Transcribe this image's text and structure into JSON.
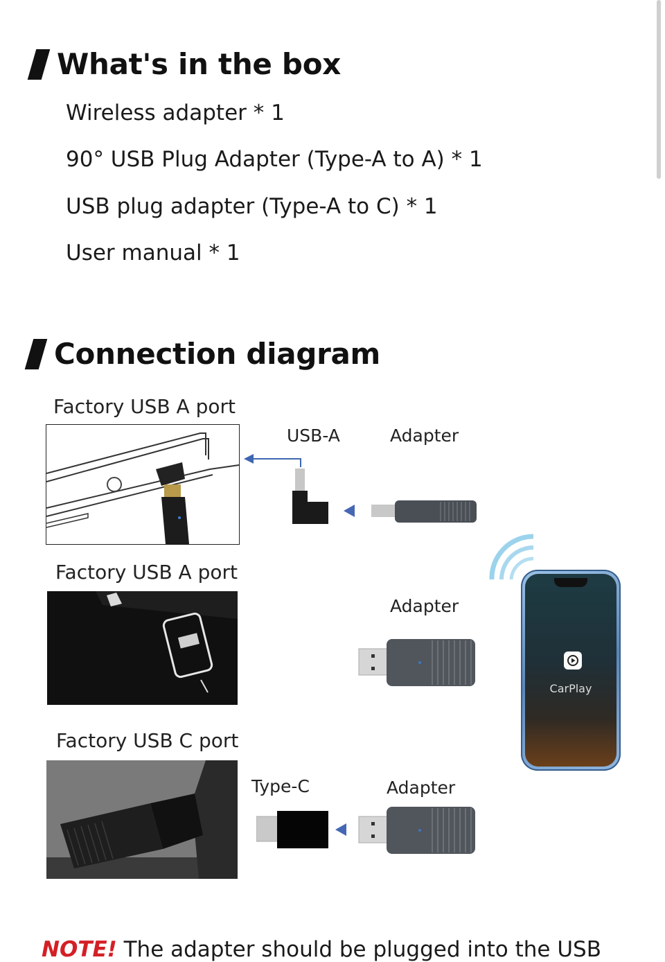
{
  "box": {
    "title": "What's in the box",
    "items": [
      "Wireless adapter * 1",
      "90° USB Plug Adapter (Type-A to A) * 1",
      "USB plug adapter (Type-A to C) * 1",
      "User manual * 1"
    ]
  },
  "connection": {
    "title": "Connection diagram",
    "rows": [
      {
        "port_label": "Factory USB A port",
        "plug_label": "USB-A",
        "adapter_label": "Adapter"
      },
      {
        "port_label": "Factory USB A port",
        "adapter_label": "Adapter"
      },
      {
        "port_label": "Factory USB C port",
        "plug_label": "Type-C",
        "adapter_label": "Adapter"
      }
    ],
    "phone_app_label": "CarPlay"
  },
  "note": {
    "prefix": "NOTE!",
    "text": " The adapter should be plugged into the USB"
  }
}
